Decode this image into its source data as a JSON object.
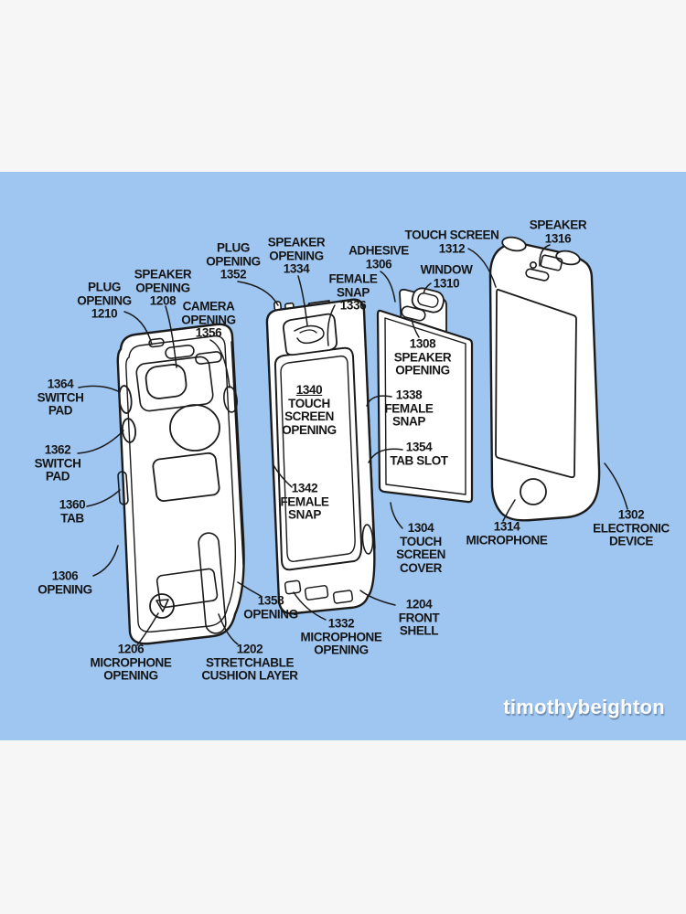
{
  "page": {
    "background_color": "#f6f6f7",
    "panel_color": "#9fc6f1",
    "line_color": "#1b1b1b"
  },
  "watermark": {
    "text": "timothybeighton",
    "color": "#ffffff"
  },
  "figure": {
    "type": "patent-exploded-diagram",
    "subject": "Protective case assembly for an electronic device (exploded view)",
    "parts": [
      {
        "ref": "1202",
        "name": "stretchable cushion layer"
      },
      {
        "ref": "1204",
        "name": "front shell"
      },
      {
        "ref": "1304",
        "name": "touch screen cover"
      },
      {
        "ref": "1302",
        "name": "electronic device"
      }
    ],
    "labels": [
      {
        "ref": "1210",
        "text": "PLUG\nOPENING\n1210"
      },
      {
        "ref": "1208",
        "text": "SPEAKER\nOPENING\n1208"
      },
      {
        "ref": "1356",
        "text": "CAMERA\nOPENING\n1356"
      },
      {
        "ref": "1352",
        "text": "PLUG\nOPENING\n1352"
      },
      {
        "ref": "1334",
        "text": "SPEAKER\nOPENING\n1334"
      },
      {
        "ref": "1336",
        "text": "FEMALE\nSNAP\n1336"
      },
      {
        "ref": "1306",
        "text": "ADHESIVE\n1306"
      },
      {
        "ref": "1312",
        "text": "TOUCH SCREEN\n1312"
      },
      {
        "ref": "1310",
        "text": "WINDOW\n1310"
      },
      {
        "ref": "1316",
        "text": "SPEAKER\n1316"
      },
      {
        "ref": "1364",
        "text": "1364\nSWITCH\nPAD"
      },
      {
        "ref": "1362",
        "text": "1362\nSWITCH\nPAD"
      },
      {
        "ref": "1360",
        "text": "1360\nTAB"
      },
      {
        "ref": "1306",
        "text": "1306\nOPENING"
      },
      {
        "ref": "1206",
        "text": "1206\nMICROPHONE\nOPENING"
      },
      {
        "ref": "1202",
        "text": "1202\nSTRETCHABLE\nCUSHION LAYER"
      },
      {
        "ref": "1358",
        "text": "1358\nOPENING"
      },
      {
        "ref": "1332",
        "text": "1332\nMICROPHONE\nOPENING"
      },
      {
        "ref": "1204",
        "text": "1204\nFRONT\nSHELL"
      },
      {
        "ref": "1304",
        "text": "1304\nTOUCH\nSCREEN\nCOVER"
      },
      {
        "ref": "1314",
        "text": "1314\nMICROPHONE"
      },
      {
        "ref": "1302",
        "text": "1302\nELECTRONIC\nDEVICE"
      },
      {
        "ref": "1342",
        "text": "1342\nFEMALE\nSNAP"
      },
      {
        "ref": "1308",
        "text": "1308\nSPEAKER\nOPENING"
      },
      {
        "ref": "1338",
        "text": "1338\nFEMALE\nSNAP"
      },
      {
        "ref": "1354",
        "text": "1354\nTAB SLOT"
      }
    ],
    "label_1340": {
      "ref": "1340",
      "rest": "\nTOUCH\nSCREEN\nOPENING"
    }
  }
}
